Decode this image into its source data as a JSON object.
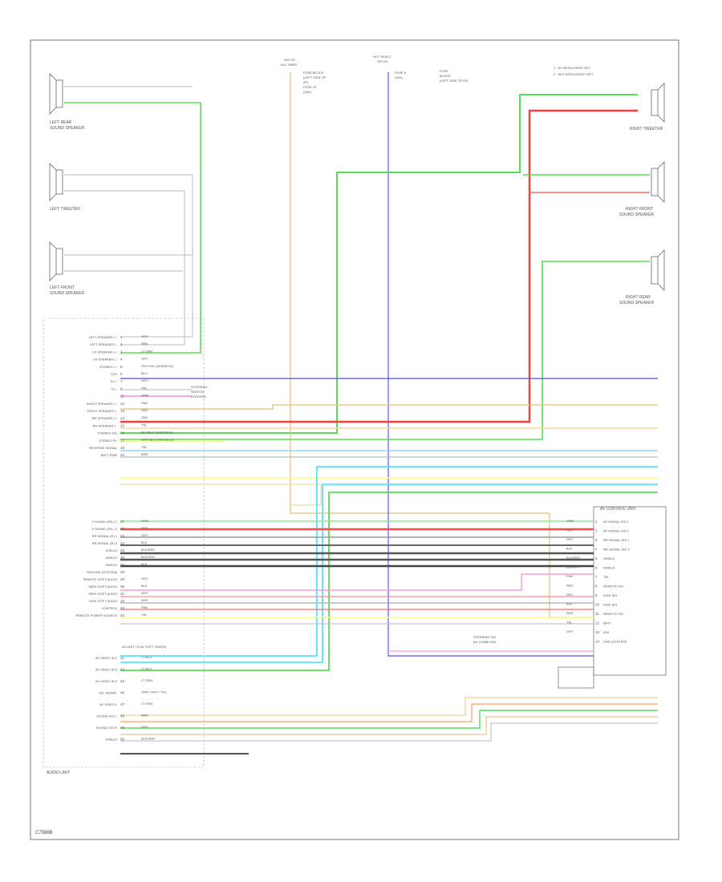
{
  "footer": {
    "code": "C7586B"
  },
  "components": {
    "left_rear_speaker": [
      "LEFT REAR",
      "SOUND SPEAKER"
    ],
    "left_tweeter": [
      "LEFT TWEETER"
    ],
    "left_front_speaker": [
      "LEFT FRONT",
      "SOUND SPEAKER"
    ],
    "right_tweeter": [
      "RIGHT TWEETER"
    ],
    "right_front_speaker": [
      "RIGHT FRONT",
      "SOUND SPEAKER"
    ],
    "right_rear_speaker": [
      "RIGHT REAR",
      "SOUND SPEAKER"
    ],
    "audio_unit": "AUDIO UNIT",
    "av_control_unit": "AV CONTROL UNIT",
    "fuse_left": [
      "HOT AT",
      "ALL TIMES"
    ],
    "fuse_right": [
      "HOT IN ACC",
      "OR ON"
    ],
    "fuse_left_notes": [
      "FUSE BLOCK",
      "(LEFT SIDE OF",
      "I/P)",
      "FUSE 19",
      "(10A)"
    ],
    "fuse_right_notes": [
      "FUSE 8",
      "(10A)",
      "FUSE",
      "BLOCK",
      "(LEFT SIDE OF I/P)"
    ],
    "top_right_notes": [
      "1 : W/ INTELLIGENT KEY",
      "2 : W/O INTELLIGENT KEY"
    ],
    "mute_note": [
      "STEERING",
      "SWITCH",
      "CONTROL"
    ],
    "steering_note": [
      "STEERING SW",
      "(IN COMBI SW)"
    ],
    "av_unit_connect": "AV UNIT TO AV SOFT SIDE(S)"
  },
  "audio_unit_pins": [
    {
      "name": "LEFT SPEAKER L+",
      "pin": "1",
      "wire": "GRY"
    },
    {
      "name": "LEFT SPEAKER L-",
      "pin": "2",
      "wire": "BRN"
    },
    {
      "name": "LR SPEAKER L+",
      "pin": "3",
      "wire": "LT GRN"
    },
    {
      "name": "LR SPEAKER L-",
      "pin": "4",
      "wire": "GRY"
    },
    {
      "name": "STEREO L+",
      "pin": "5",
      "wire": "GRY/YEL (W/SHIELD)"
    },
    {
      "name": "VSS",
      "pin": "6",
      "wire": "BLU"
    },
    {
      "name": "ILL+",
      "pin": "7",
      "wire": "GRY"
    },
    {
      "name": "ILL-",
      "pin": "8",
      "wire": "PPL"
    },
    {
      "name": "",
      "pin": "11",
      "wire": "ORN"
    },
    {
      "name": "RIGHT SPEAKER L+",
      "pin": "12",
      "wire": "PNK"
    },
    {
      "name": "RIGHT SPEAKER L-",
      "pin": "13",
      "wire": "RED"
    },
    {
      "name": "RR SPEAKER L+",
      "pin": "14",
      "wire": "TAN"
    },
    {
      "name": "RR SPEAKER L-",
      "pin": "15",
      "wire": "YEL"
    },
    {
      "name": "STEREO SIG",
      "pin": "16",
      "wire": "BLU/BLK (W/SHIELD)"
    },
    {
      "name": "STEREO R+",
      "pin": "17",
      "wire": "WHT/BLK (W/SHIELD)"
    },
    {
      "name": "REVERSE SIGNAL",
      "pin": "19",
      "wire": "YEL"
    },
    {
      "name": "BATT PWR",
      "pin": "20",
      "wire": "BRN"
    }
  ],
  "av_pins": [
    {
      "name": "V SIGNAL (R/L) 1",
      "pin": "21",
      "wire": "GRN"
    },
    {
      "name": "V SIGNAL (R/L) 2",
      "pin": "22",
      "wire": "RED"
    },
    {
      "name": "RR SIGNAL (R) 1",
      "pin": "23",
      "wire": "GRY"
    },
    {
      "name": "RR SIGNAL (R) 2",
      "pin": "24",
      "wire": "BLK"
    },
    {
      "name": "SHIELD",
      "pin": "25",
      "wire": "BLK/RED"
    },
    {
      "name": "SHIELD",
      "pin": "26",
      "wire": "BLK/WHT"
    },
    {
      "name": "SHIELD",
      "pin": "27",
      "wire": "BLK"
    },
    {
      "name": "GROUND (SYSTEM)",
      "pin": "28",
      "wire": ""
    },
    {
      "name": "REMOTE SOFT AUDIO",
      "pin": "29",
      "wire": "GRY"
    },
    {
      "name": "SEEK SOFT AUDIO",
      "pin": "30",
      "wire": "BLK"
    },
    {
      "name": "SEEK SOFT AUDIO",
      "pin": "31",
      "wire": "WHT"
    },
    {
      "name": "DISK SOFT AUDIO",
      "pin": "32",
      "wire": "WHT"
    },
    {
      "name": "CONTROL",
      "pin": "33",
      "wire": "PNK"
    },
    {
      "name": "REMOTE POWER SOURCE",
      "pin": "34",
      "wire": "YEL"
    }
  ],
  "bottom_pins": [
    {
      "name": "AV VIDEO IN 1",
      "pin": "41",
      "wire": "LT BLU"
    },
    {
      "name": "AV VIDEO IN 2",
      "pin": "42",
      "wire": "LT BLU"
    },
    {
      "name": "AV VIDEO IN 3",
      "pin": "43",
      "wire": "LT GRN"
    },
    {
      "name": "TEL SIGNAL",
      "pin": "46",
      "wire": "ORN / WHT / YEL"
    },
    {
      "name": "AV VIDEO L",
      "pin": "47",
      "wire": "LT GRN"
    },
    {
      "name": "SOUND SIG L",
      "pin": "48",
      "wire": "BRN"
    },
    {
      "name": "SOUND SIG R",
      "pin": "49",
      "wire": "GRY"
    },
    {
      "name": "SHIELD",
      "pin": "50",
      "wire": "BLK/WHT"
    }
  ],
  "av_right_pins": [
    {
      "name": "AV SIGNAL SIG 1",
      "pin": "1",
      "wire": "GRN"
    },
    {
      "name": "AV SIGNAL SIG 2",
      "pin": "2",
      "wire": "RED"
    },
    {
      "name": "RR SIGNAL SIG 1",
      "pin": "3",
      "wire": "GRY"
    },
    {
      "name": "RR SIGNAL SIG 2",
      "pin": "4",
      "wire": "BLK"
    },
    {
      "name": "SHIELD",
      "pin": "5",
      "wire": "BLK/RED"
    },
    {
      "name": "SHIELD",
      "pin": "6",
      "wire": "BLK/WHT"
    },
    {
      "name": "TEL",
      "pin": "7",
      "wire": "PNK"
    },
    {
      "name": "REMOTE SIG",
      "pin": "8",
      "wire": "RED"
    },
    {
      "name": "DISK SIG",
      "pin": "9",
      "wire": "GRY"
    },
    {
      "name": "DISK SIG",
      "pin": "10",
      "wire": "BLK"
    },
    {
      "name": "REMOTE SIG",
      "pin": "11",
      "wire": "WHT"
    },
    {
      "name": "BATT",
      "pin": "12",
      "wire": "YEL"
    },
    {
      "name": "IGN",
      "pin": "13",
      "wire": "GRY"
    },
    {
      "name": "GND (SYSTEM)",
      "pin": "14",
      "wire": ""
    }
  ],
  "colors": {
    "green": "#55e055",
    "red": "#ff3a3a",
    "blue": "#4a4aff",
    "cyan": "#4fe6ff",
    "tan": "#e8c88a",
    "yellow": "#ffff77",
    "pink": "#ff9ad8",
    "gray": "#888888",
    "dark": "#444444"
  }
}
